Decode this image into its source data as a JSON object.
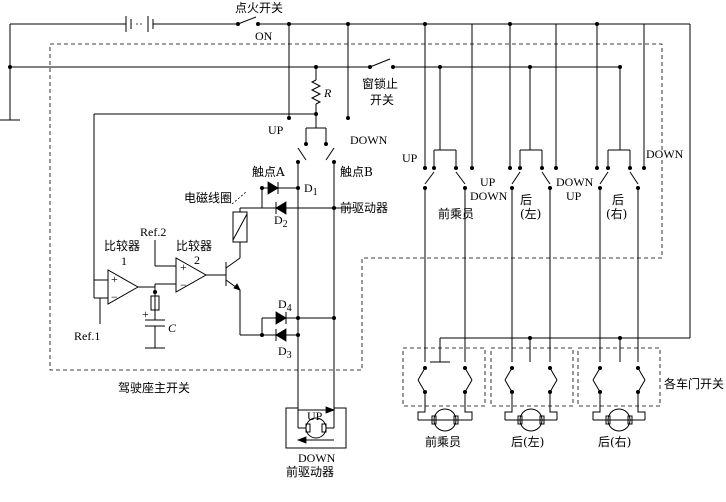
{
  "labels": {
    "ignition_switch": "点火开关",
    "on": "ON",
    "window_lock_1": "窗锁止",
    "window_lock_2": "开关",
    "resistor": "R",
    "up": "UP",
    "down": "DOWN",
    "contact_a": "触点A",
    "contact_b": "触点B",
    "d1": "D",
    "d1_sub": "1",
    "d2": "D",
    "d2_sub": "2",
    "d3": "D",
    "d3_sub": "3",
    "d4": "D",
    "d4_sub": "4",
    "coil": "电磁线圈",
    "front_actuator": "前驱动器",
    "ref2": "Ref.2",
    "ref1": "Ref.1",
    "comparator": "比较器",
    "comp1_num": "1",
    "comp2_num": "2",
    "capacitor": "C",
    "driver_master_switch": "驾驶座主开关",
    "front_passenger": "前乘员",
    "rear_left": "后",
    "rear_left_2": "(左)",
    "rear_right": "后",
    "rear_right_2": "(右)",
    "door_switches": "各车门开关",
    "motor_up": "UP",
    "motor_down": "DOWN",
    "motor_front_actuator": "前驱动器",
    "motor_front_passenger": "前乘员",
    "motor_rear_left": "后(左)",
    "motor_rear_right": "后(右)",
    "plus": "+",
    "minus": "−"
  }
}
